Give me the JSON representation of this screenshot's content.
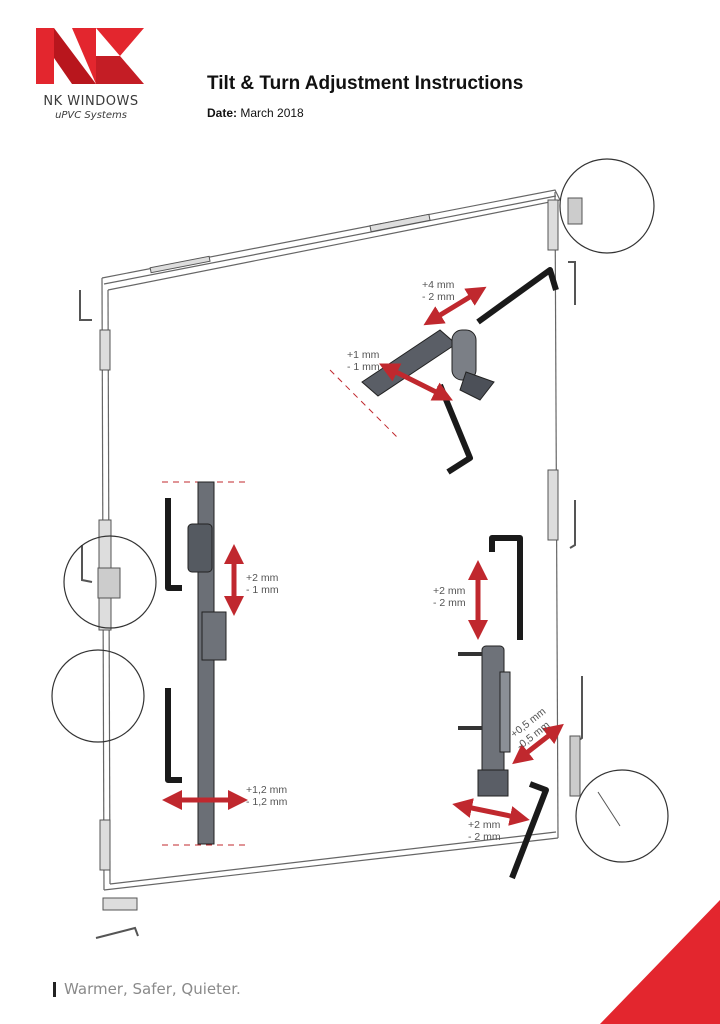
{
  "brand": {
    "logo_text": "NK",
    "name": "NK WINDOWS",
    "subtitle": "uPVC Systems",
    "accent_color": "#e3262e"
  },
  "header": {
    "title": "Tilt & Turn Adjustment Instructions",
    "date_label": "Date:",
    "date_value": "March 2018"
  },
  "adjustments": {
    "top_hinge": {
      "plus": "+4 mm",
      "minus": "- 2 mm"
    },
    "top_hinge_side": {
      "plus": "+1 mm",
      "minus": "- 1 mm"
    },
    "keep_vertical": {
      "plus": "+2 mm",
      "minus": "- 1 mm"
    },
    "keep_horizontal": {
      "plus": "+1,2 mm",
      "minus": "- 1,2 mm"
    },
    "bottom_hinge_vertical": {
      "plus": "+2 mm",
      "minus": "- 2 mm"
    },
    "bottom_hinge_side": {
      "plus": "+0,5 mm",
      "minus": "-0,5 mm"
    },
    "bottom_hinge_horizontal": {
      "plus": "+2 mm",
      "minus": "- 2 mm"
    }
  },
  "footer": {
    "tagline": "Warmer, Safer, Quieter."
  }
}
